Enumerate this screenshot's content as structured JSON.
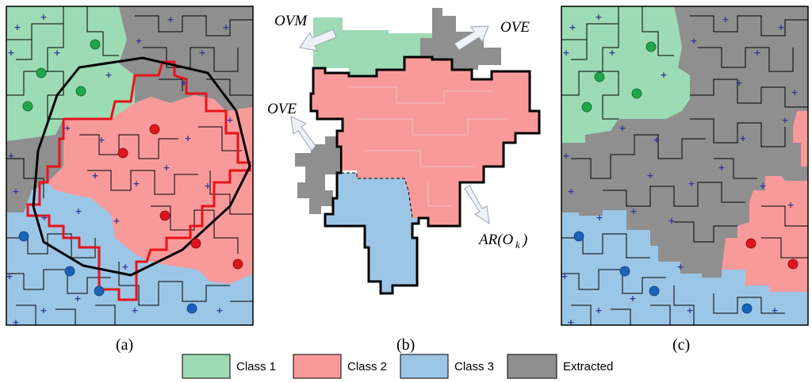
{
  "colors": {
    "class1": "#9ddbb4",
    "class2": "#f99a9a",
    "class3": "#9cc6e6",
    "extracted": "#8f8f8f",
    "boundary_red": "#e8121b",
    "outline": "#000000",
    "seed_green": "#21a74b",
    "seed_red": "#e0141c",
    "seed_blue": "#1a63b8",
    "cross": "#2e3596"
  },
  "panels": {
    "a": {
      "label": "(a)"
    },
    "b": {
      "label": "(b)"
    },
    "c": {
      "label": "(c)"
    }
  },
  "annotations": {
    "ovm": "OVM",
    "ove_top": "OVE",
    "ove_left": "OVE",
    "ar": "AR(O",
    "ar_sub": "k",
    "ar_close": ")"
  },
  "legend": [
    {
      "label": "Class 1",
      "color_key": "class1"
    },
    {
      "label": "Class 2",
      "color_key": "class2"
    },
    {
      "label": "Class 3",
      "color_key": "class3"
    },
    {
      "label": "Extracted",
      "color_key": "extracted"
    }
  ]
}
